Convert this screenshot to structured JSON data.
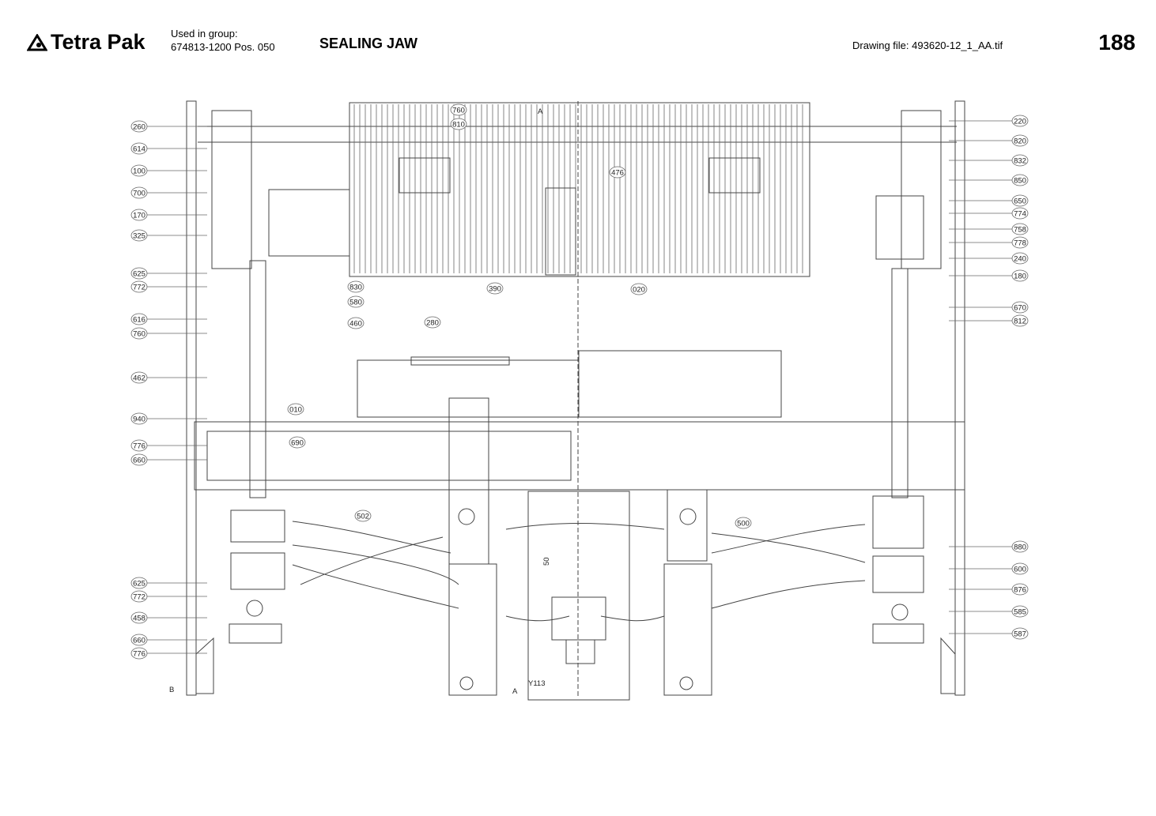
{
  "header": {
    "brand": "Tetra Pak",
    "used_in_group_label": "Used in group:",
    "group_value": "674813-1200 Pos. 050",
    "title": "SEALING JAW",
    "drawing_file_label": "Drawing file:",
    "drawing_file_value": "493620-12_1_AA.tif",
    "page_number": "188"
  },
  "diagram": {
    "callouts_left": [
      "260",
      "614",
      "100",
      "700",
      "170",
      "325",
      "625",
      "772",
      "616",
      "760",
      "462",
      "940",
      "776",
      "660",
      "625",
      "772",
      "458",
      "660",
      "776"
    ],
    "callouts_right": [
      "220",
      "820",
      "832",
      "850",
      "650",
      "774",
      "758",
      "778",
      "240",
      "180",
      "670",
      "812",
      "880",
      "600",
      "876",
      "585",
      "587"
    ],
    "callouts_center": [
      "760",
      "810",
      "476",
      "830",
      "580",
      "460",
      "280",
      "390",
      "020",
      "010",
      "690",
      "502",
      "500"
    ],
    "labels": {
      "section_a_top": "A",
      "section_a_bottom": "A",
      "section_b": "B",
      "valve": "Y113",
      "dimension": "50"
    }
  }
}
